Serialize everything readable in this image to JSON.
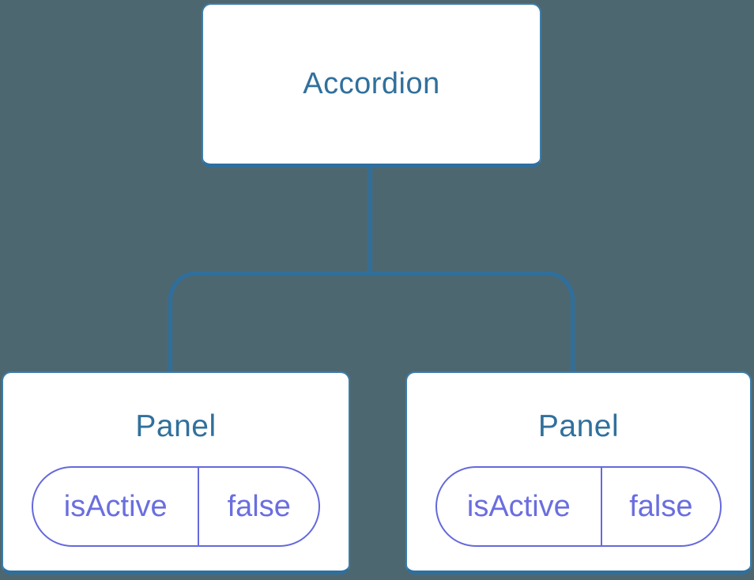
{
  "theme": {
    "background": "#4D6770",
    "connector_color": "#2E6F9E",
    "node_bg": "#FFFFFF",
    "node_border": "#3E7DA8",
    "node_border_bottom": "#2E6F9E",
    "node_text": "#31709C",
    "state_color": "#6569DC",
    "state_text": "#6A6EDF"
  },
  "tree": {
    "root": {
      "label": "Accordion"
    },
    "children": [
      {
        "label": "Panel",
        "state": {
          "name": "isActive",
          "value": "false"
        }
      },
      {
        "label": "Panel",
        "state": {
          "name": "isActive",
          "value": "false"
        }
      }
    ]
  }
}
